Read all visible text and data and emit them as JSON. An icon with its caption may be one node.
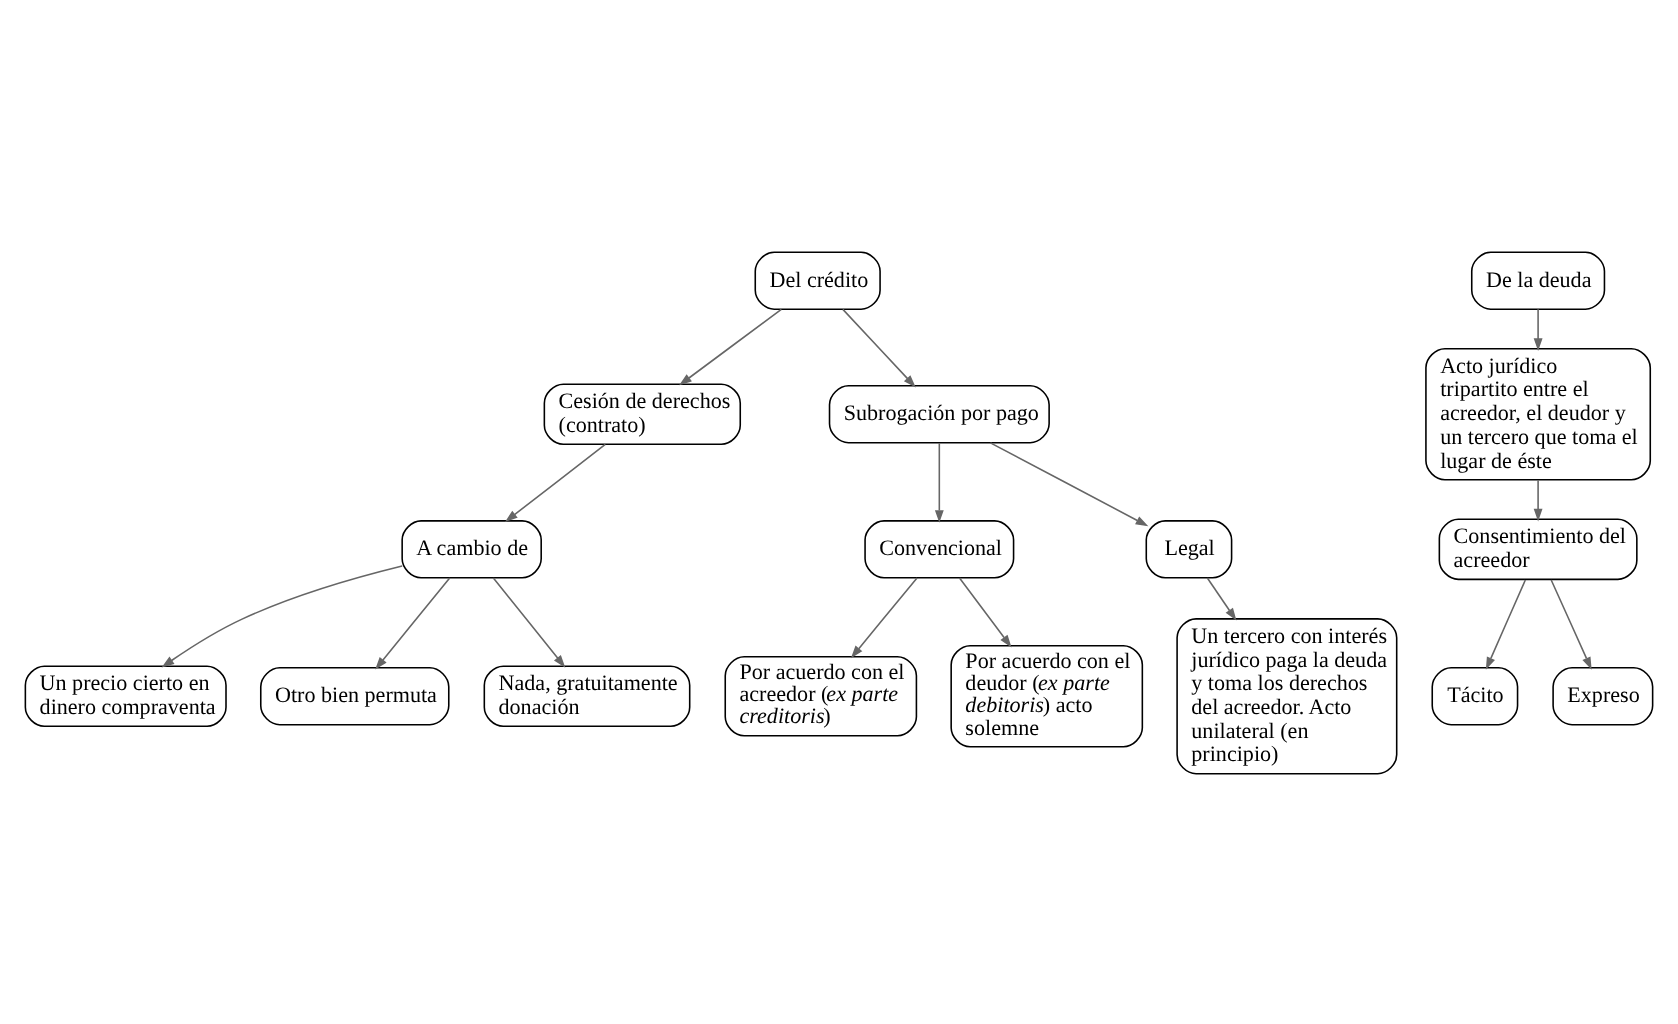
{
  "diagram": {
    "nodes": [
      {
        "text": [
          "Del crédito"
        ]
      },
      {
        "text": [
          "Cesión de derechos (contrato)"
        ]
      },
      {
        "text": [
          "Subrogación por pago"
        ]
      },
      {
        "text": [
          "A cambio de"
        ]
      },
      {
        "text": [
          "Un precio cierto en dinero compraventa"
        ]
      },
      {
        "text": [
          "Otro bien permuta"
        ]
      },
      {
        "text": [
          "Nada, gratuitamente donación"
        ]
      },
      {
        "text": [
          "Convencional"
        ]
      },
      {
        "text": [
          "Legal"
        ]
      },
      {
        "text": [
          "Por acuerdo con el acreedor (*ex parte creditoris*)"
        ]
      },
      {
        "text": [
          "Por acuerdo con el deudor (*ex parte debitoris*) acto solemne"
        ]
      },
      {
        "text": [
          "Un tercero con interés jurídico paga la deuda y toma los derechos del acreedor. Acto unilateral (en principio)"
        ]
      },
      {
        "text": [
          "De la deuda"
        ]
      },
      {
        "text": [
          "Acto jurídico tripartito entre el acreedor, el deudor y un tercero que toma el lugar de éste"
        ]
      },
      {
        "text": [
          "Consentimiento del acreedor"
        ]
      },
      {
        "text": [
          "Tácito"
        ]
      },
      {
        "text": [
          "Expreso"
        ]
      }
    ],
    "edges": [
      {
        "from": 0,
        "to": 1,
        "arrow": "to"
      },
      {
        "from": 0,
        "to": 2,
        "arrow": "to"
      },
      {
        "from": 1,
        "to": 3,
        "arrow": "to"
      },
      {
        "from": 3,
        "to": 4,
        "arrow": "to"
      },
      {
        "from": 3,
        "to": 5,
        "arrow": "to"
      },
      {
        "from": 3,
        "to": 6,
        "arrow": "to"
      },
      {
        "from": 2,
        "to": 7,
        "arrow": "to"
      },
      {
        "from": 2,
        "to": 8,
        "arrow": "to"
      },
      {
        "from": 7,
        "to": 9,
        "arrow": "to"
      },
      {
        "from": 7,
        "to": 10,
        "arrow": "to"
      },
      {
        "from": 8,
        "to": 11,
        "arrow": "to"
      },
      {
        "from": 12,
        "to": 13,
        "arrow": "to"
      },
      {
        "from": 13,
        "to": 14,
        "arrow": "to"
      },
      {
        "from": 14,
        "to": 15,
        "arrow": "to"
      },
      {
        "from": 14,
        "to": 16,
        "arrow": "to"
      }
    ]
  }
}
